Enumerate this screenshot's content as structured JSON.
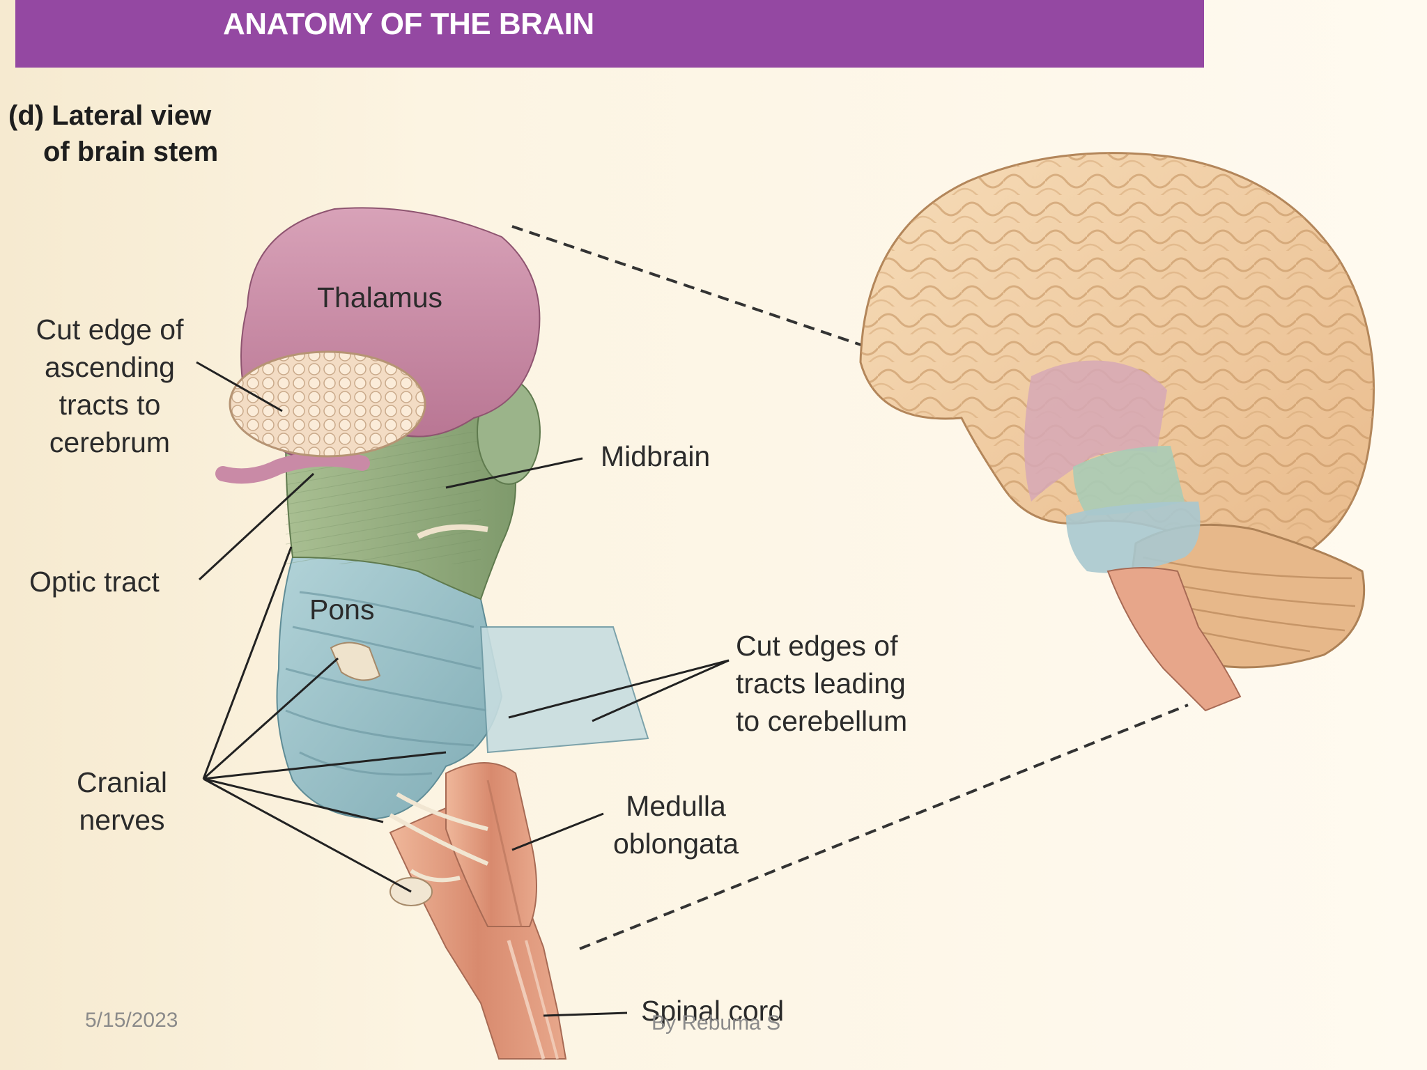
{
  "header": {
    "title": "ANATOMY OF THE BRAIN"
  },
  "panel": {
    "caption_line1": "(d) Lateral view",
    "caption_line2": "of brain stem"
  },
  "labels": {
    "thalamus": "Thalamus",
    "cut_edge": [
      "Cut edge of",
      "ascending",
      "tracts to",
      "cerebrum"
    ],
    "midbrain": "Midbrain",
    "optic_tract": "Optic tract",
    "pons": "Pons",
    "cut_edges_cerebellum": [
      "Cut edges of",
      "tracts leading",
      "to cerebellum"
    ],
    "cranial_nerves": [
      "Cranial",
      "nerves"
    ],
    "medulla": [
      "Medulla",
      "oblongata"
    ],
    "spinal_cord": "Spinal cord"
  },
  "footer": {
    "date": "5/15/2023",
    "author": "By Rebuma S"
  },
  "colors": {
    "header": "#9448a2",
    "thalamus": "#c98aa6",
    "midbrain": "#9fb48a",
    "pons": "#9ec3ca",
    "medulla": "#e3a186",
    "cerebrum": "#f0c9a0"
  }
}
